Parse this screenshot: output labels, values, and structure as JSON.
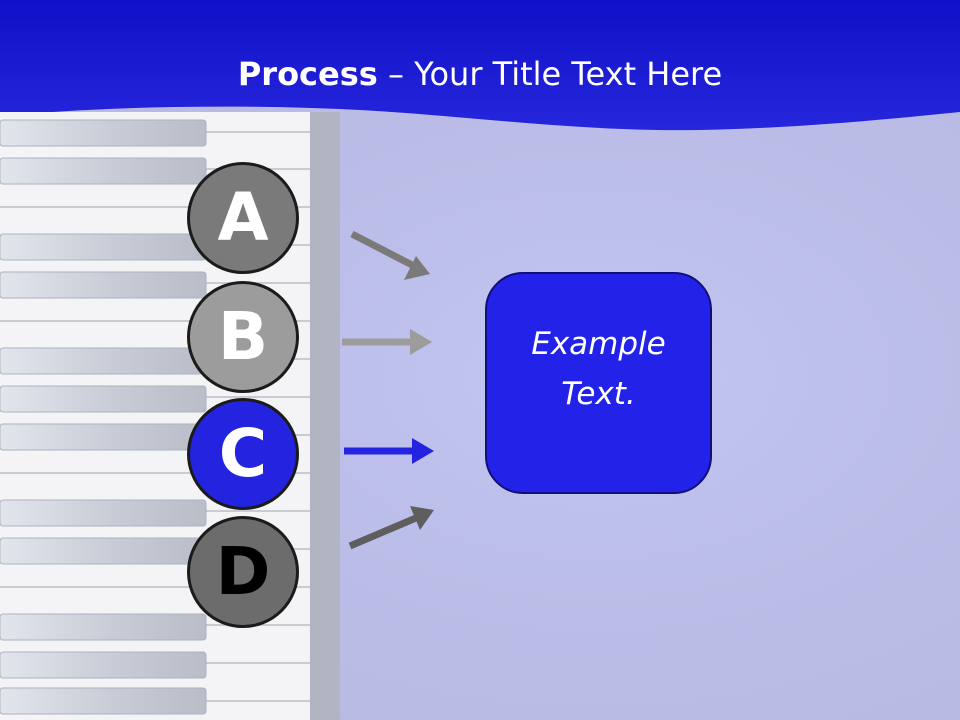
{
  "title": {
    "bold": "Process",
    "rest": " – Your Title Text Here"
  },
  "steps": [
    {
      "letter": "A"
    },
    {
      "letter": "B"
    },
    {
      "letter": "C"
    },
    {
      "letter": "D"
    }
  ],
  "box": {
    "text": "Example Text."
  },
  "colors": {
    "header": "#1a1acc",
    "accent": "#2323e0",
    "box": "#2222e8"
  }
}
